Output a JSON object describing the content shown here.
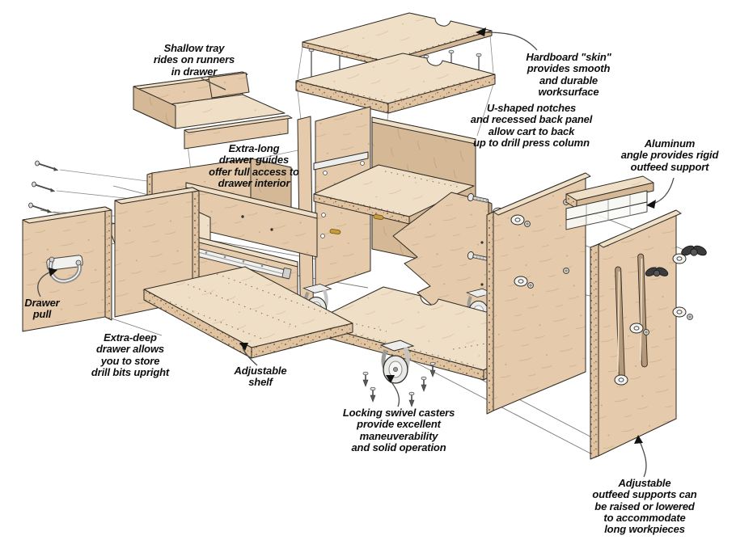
{
  "figure": {
    "type": "exploded-view diagram",
    "subject": "Drill-press cart with drawer, tray, adjustable shelf, casters and outfeed supports"
  },
  "callouts": {
    "shallow_tray": "Shallow tray\nrides on runners\nin drawer",
    "hardboard_skin": "Hardboard \"skin\"\nprovides smooth\nand durable\nworksurface",
    "u_shaped_notches": "U-shaped notches\nand recessed back panel\nallow cart to back\nup to drill press column",
    "aluminum_angle": "Aluminum\nangle provides rigid\noutfeed support",
    "extra_long_guides": "Extra-long\ndrawer guides\noffer full access to\ndrawer interior",
    "drawer_pull": "Drawer\npull",
    "extra_deep_drawer": "Extra-deep\ndrawer allows\nyou to store\ndrill bits upright",
    "adjustable_shelf": "Adjustable\nshelf",
    "casters": "Locking swivel casters\nprovide excellent\nmaneuverability\nand solid operation",
    "outfeed_supports": "Adjustable\noutfeed supports can\nbe raised or lowered\nto accommodate\nlong workpieces"
  },
  "colors": {
    "wood_face": "#e5cbab",
    "wood_top": "#efdfc6",
    "wood_side": "#d5b896",
    "wood_edge": "#e0c4a1",
    "wood_dark": "#c9ac89",
    "outline": "#2e2a24",
    "metal_light": "#ededeb",
    "metal_mid": "#c9c9c7",
    "knob_black": "#3b3b3b",
    "brass": "#c79b3b",
    "leader": "#4a4a4a",
    "label_text": "#0e0e0e",
    "background": "#ffffff"
  }
}
